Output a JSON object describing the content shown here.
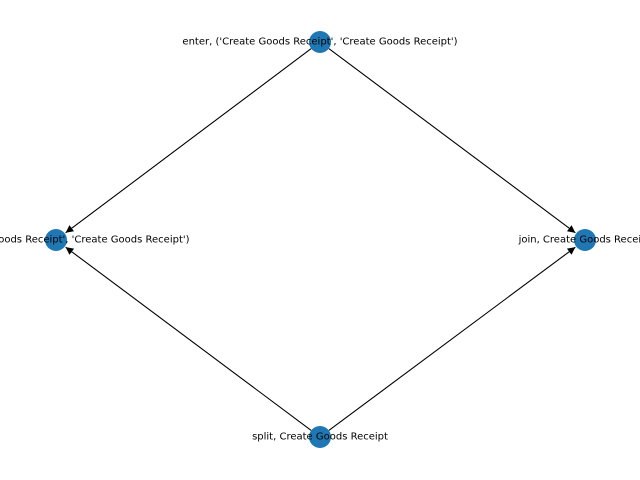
{
  "graph": {
    "nodes": [
      {
        "id": "enter",
        "label": "enter, ('Create Goods Receipt', 'Create Goods Receipt')"
      },
      {
        "id": "left",
        "label": "exit, ('Create Goods Receipt', 'Create Goods Receipt')"
      },
      {
        "id": "join",
        "label": "join, Create Goods Receipt"
      },
      {
        "id": "split",
        "label": "split, Create Goods Receipt"
      }
    ],
    "edges": [
      {
        "from": "enter",
        "to": "left"
      },
      {
        "from": "enter",
        "to": "join"
      },
      {
        "from": "split",
        "to": "left"
      },
      {
        "from": "split",
        "to": "join"
      }
    ],
    "node_color": "#1f77b4",
    "edge_color": "#000000"
  }
}
